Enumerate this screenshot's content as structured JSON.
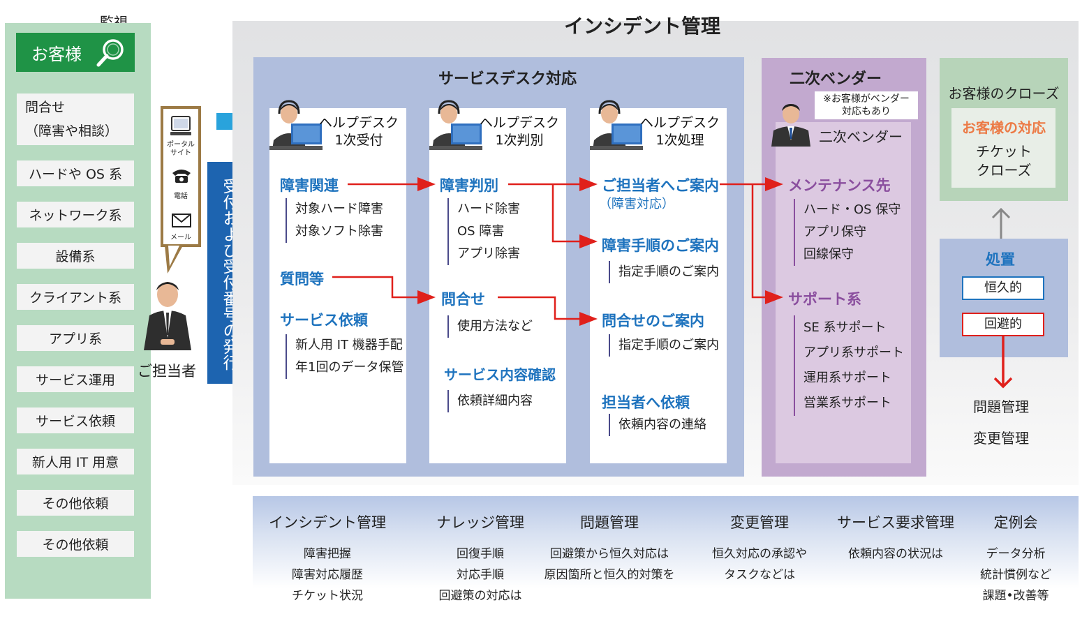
{
  "title": "インシデント管理",
  "monitor_label": "監視",
  "customer": {
    "title": "お客様",
    "items": [
      "問合せ\n（障害や相談）",
      "ハードや OS 系",
      "ネットワーク系",
      "設備系",
      "クライアント系",
      "アプリ系",
      "サービス運用",
      "サービス依頼",
      "新人用 IT 用意",
      "その他依頼",
      "その他依頼"
    ]
  },
  "contact_channels": [
    "ポータル\nサイト",
    "電話",
    "メール"
  ],
  "person_label": "ご担当者",
  "reception_label": "受付および受付番号の発行",
  "service_desk": {
    "title": "サービスデスク対応",
    "col1": {
      "head": [
        "ヘルプデスク",
        "1次受付"
      ],
      "sections": [
        {
          "title": "障害関連",
          "items": [
            "対象ハード障害",
            "対象ソフト除害"
          ]
        },
        {
          "title": "質問等",
          "items": []
        },
        {
          "title": "サービス依頼",
          "items": [
            "新人用 IT 機器手配",
            "年1回のデータ保管"
          ]
        }
      ]
    },
    "col2": {
      "head": [
        "ヘルプデスク",
        "1次判別"
      ],
      "sections": [
        {
          "title": "障害判別",
          "items": [
            "ハード除害",
            "OS 障害",
            "アプリ除害"
          ]
        },
        {
          "title": "問合せ",
          "items": [
            "使用方法など"
          ]
        },
        {
          "title": "サービス内容確認",
          "items": [
            "依頼詳細内容"
          ]
        }
      ]
    },
    "col3": {
      "head": [
        "ヘルプデスク",
        "1次処理"
      ],
      "sections": [
        {
          "title": "ご担当者へご案内",
          "sub": "（障害対応）",
          "items": []
        },
        {
          "title": "障害手順のご案内",
          "items": [
            "指定手順のご案内"
          ]
        },
        {
          "title": "問合せのご案内",
          "items": [
            "指定手順のご案内"
          ]
        },
        {
          "title": "担当者へ依頼",
          "items": [
            "依頼内容の連絡"
          ]
        }
      ]
    }
  },
  "vendor": {
    "title": "二次ベンダー",
    "note": "※お客様がベンダー\n対応もあり",
    "label": "二次ベンダー",
    "sections": [
      {
        "title": "メンテナンス先",
        "items": [
          "ハード・OS 保守",
          "アプリ保守",
          "回線保守"
        ]
      },
      {
        "title": "サポート系",
        "items": [
          "SE 系サポート",
          "アプリ系サポート",
          "運用系サポート",
          "営業系サポート"
        ]
      }
    ]
  },
  "close": {
    "title": "お客様のクローズ",
    "subtitle": "お客様の対応",
    "text": "チケット\nクローズ"
  },
  "treatment": {
    "title": "処置",
    "options": [
      "恒久的",
      "回避的"
    ],
    "after": [
      "問題管理",
      "変更管理"
    ]
  },
  "bottom": [
    {
      "title": "インシデント管理",
      "lines": [
        "障害把握",
        "障害対応履歴",
        "チケット状況"
      ]
    },
    {
      "title": "ナレッジ管理",
      "lines": [
        "回復手順",
        "対応手順",
        "回避策の対応は"
      ]
    },
    {
      "title": "問題管理",
      "lines": [
        "回避策から恒久対応は",
        "原因箇所と恒久的対策を"
      ]
    },
    {
      "title": "変更管理",
      "lines": [
        "恒久対応の承認や",
        "タスクなどは"
      ]
    },
    {
      "title": "サービス要求管理",
      "lines": [
        "依頼内容の状況は"
      ]
    },
    {
      "title": "定例会",
      "lines": [
        "データ分析",
        "統計慣例など",
        "課題•改善等"
      ]
    }
  ],
  "colors": {
    "accent_blue": "#1e73be",
    "arrow_red": "#e0201b",
    "green": "#1f9346",
    "reception_blue": "#1d64b0"
  }
}
